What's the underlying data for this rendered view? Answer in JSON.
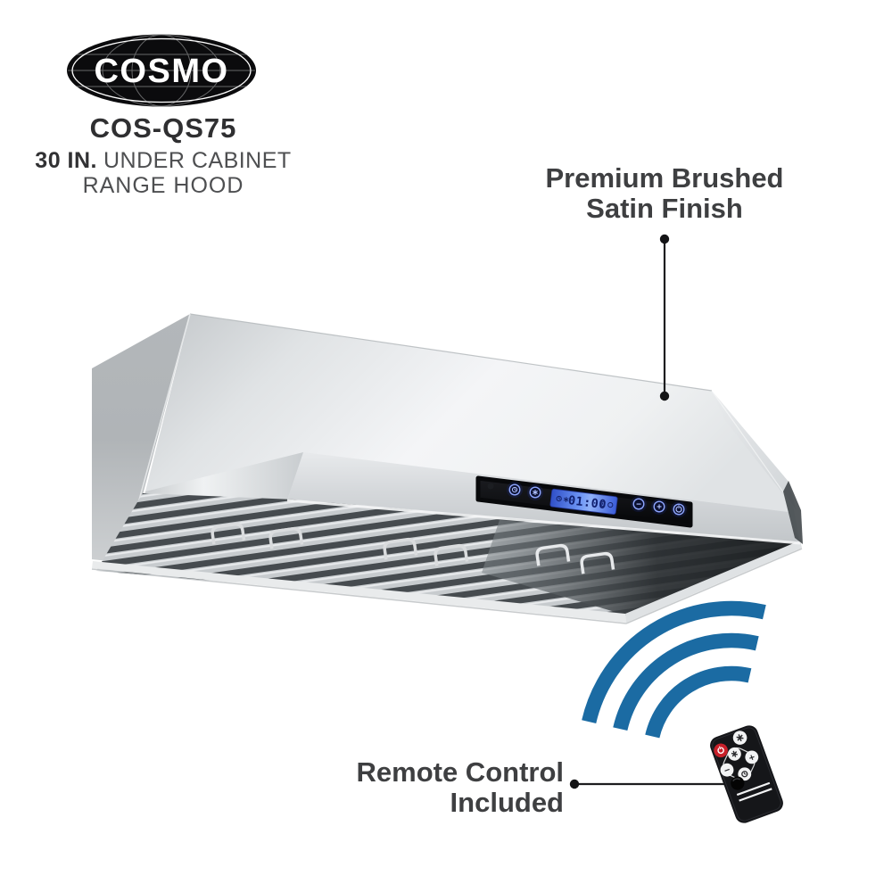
{
  "branding": {
    "logo_text": "COSMO",
    "model": "COS-QS75",
    "size_label": "30 IN.",
    "subtitle_rest": "UNDER CABINET",
    "subtitle_line2": "RANGE HOOD"
  },
  "callouts": {
    "finish": {
      "line1": "Premium Brushed",
      "line2": "Satin Finish"
    },
    "remote": {
      "line1": "Remote Control",
      "line2": "Included"
    }
  },
  "control_panel": {
    "display_time": "01:00",
    "minus_glyph": "−",
    "plus_glyph": "+",
    "buttons": [
      "timer",
      "fan",
      "minus",
      "plus",
      "power"
    ]
  },
  "remote_control": {
    "buttons": [
      "power",
      "fan",
      "speed",
      "plus",
      "minus",
      "timer"
    ],
    "plus_glyph": "+",
    "minus_glyph": "−"
  },
  "icons": {
    "wifi": "wifi-signal-arcs",
    "power": "power-icon",
    "fan": "fan-icon",
    "timer": "clock-icon"
  },
  "colors": {
    "wifi_blue": "#1b6ba3",
    "lcd_blue": "#6f97f5",
    "button_glow_blue": "#8ea6ff",
    "remote_red": "#c8202a",
    "text_dark": "#3e3f41",
    "logo_black": "#0b0b0d",
    "steel_light": "#f4f5f7",
    "steel_dark": "#c0c4c6"
  }
}
